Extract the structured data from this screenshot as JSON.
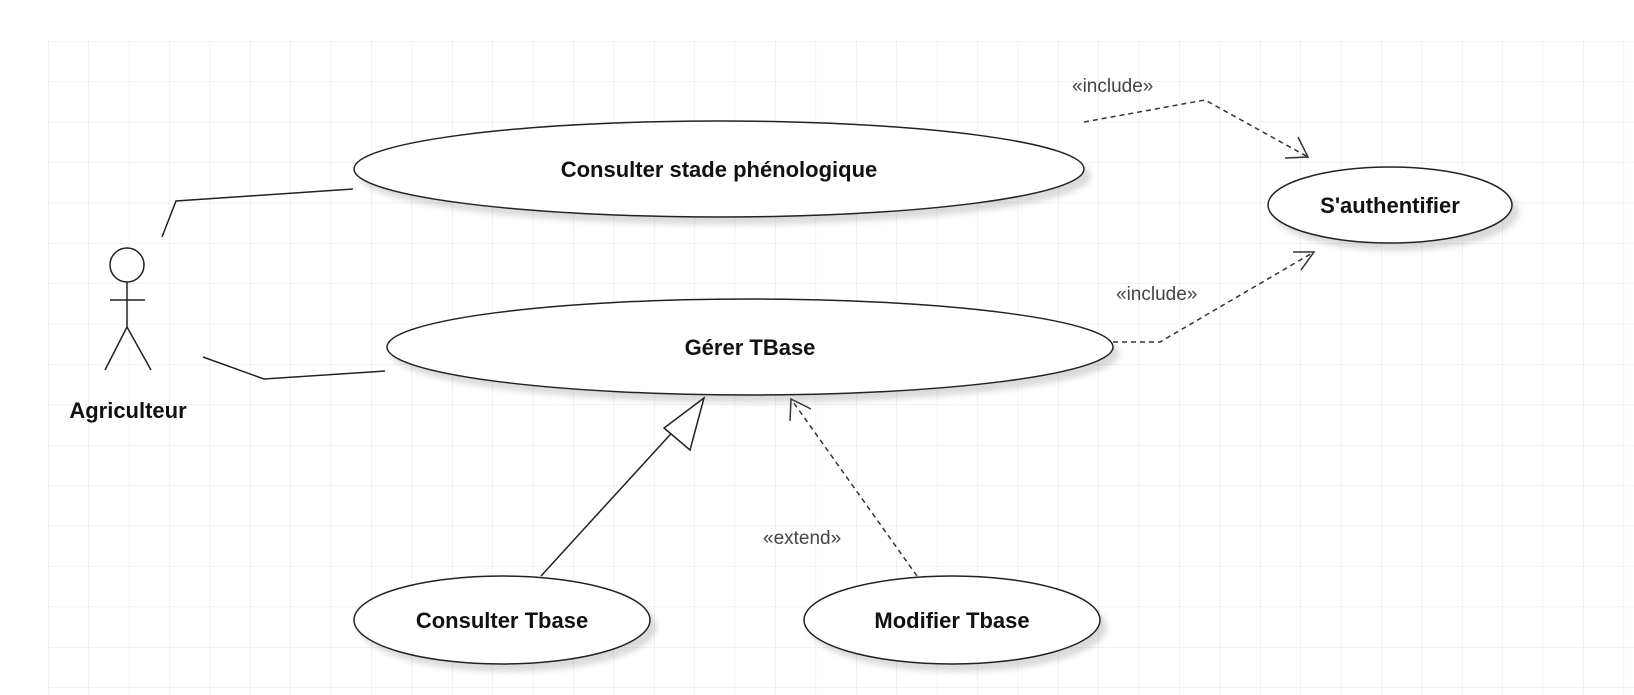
{
  "diagram": {
    "actor": {
      "label": "Agriculteur"
    },
    "use_cases": {
      "consulter_stade": "Consulter stade phénologique",
      "authentifier": "S'authentifier",
      "gerer_tbase": "Gérer TBase",
      "consulter_tbase": "Consulter Tbase",
      "modifier_tbase": "Modifier Tbase"
    },
    "relations": {
      "include_1": "«include»",
      "include_2": "«include»",
      "extend_1": "«extend»"
    }
  }
}
